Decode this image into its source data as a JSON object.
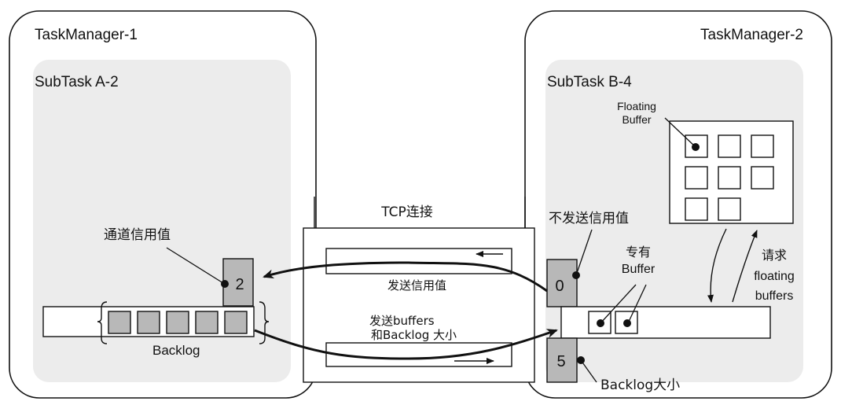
{
  "taskmanagers": [
    {
      "title": "TaskManager-1",
      "subtask": {
        "title": "SubTask A-2"
      }
    },
    {
      "title": "TaskManager-2",
      "subtask": {
        "title": "SubTask B-4"
      }
    }
  ],
  "sender": {
    "channel_credit_label": "通道信用值",
    "channel_credit_value": "2",
    "backlog_label": "Backlog",
    "backlog_buffer_count": 5
  },
  "tcp": {
    "title": "TCP连接",
    "credit_lane_label": "发送信用值",
    "data_lane_label_line1": "发送buffers",
    "data_lane_label_line2": "和Backlog 大小"
  },
  "receiver": {
    "no_credit_label": "不发送信用值",
    "credit_value": "0",
    "backlog_value": "5",
    "backlog_size_label": "Backlog大小",
    "exclusive_label_line1": "专有",
    "exclusive_label_line2": "Buffer",
    "exclusive_buffer_count": 2,
    "floating_label_line1": "Floating",
    "floating_label_line2": "Buffer",
    "floating_buffer_count": 8,
    "request_label_line1": "请求",
    "request_label_line2": "floating",
    "request_label_line3": "buffers"
  },
  "colors": {
    "panel_fill": "#ececec",
    "credit_box_fill": "#b8b8b8",
    "buffer_fill": "#b8b8b8",
    "stroke": "#111111"
  }
}
